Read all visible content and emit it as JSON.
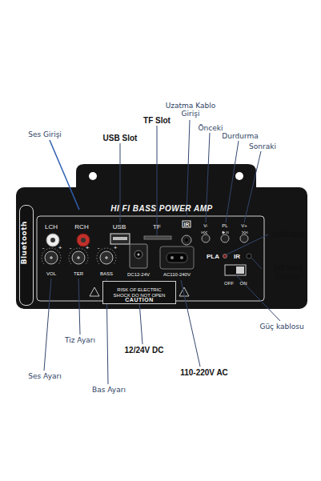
{
  "diagram": {
    "nodes": [
      {
        "text": [
          "HI FI BASS POWER AMP"
        ]
      },
      {
        "text": [
          "Bluetooth"
        ],
        "in": 0
      },
      {
        "text": [
          "CAUTION",
          "RISK OF ELECTRIC SHOCK DO NOT OPEN"
        ],
        "in": 0
      }
    ],
    "labels": [
      "Uzatma Kablo Girişi",
      "Önceki",
      "Durdurma",
      "TF Slot",
      "Sonraki",
      "USB Slot",
      "Ses Girişi",
      "LCH",
      "RCH",
      "USB",
      "TF",
      "IR",
      "V-",
      "PL",
      "V+",
      "Indicator",
      "PLA",
      "IR",
      "Infrared Sensor",
      "-",
      "+",
      "-",
      "+",
      "-",
      "+",
      "VOL",
      "TER",
      "BASS",
      "DC12-24V",
      "AC110-240V",
      "OFF",
      "ON",
      "Güç kablosu",
      "Tiz Ayarı",
      "12/24V DC",
      "110-220V AC",
      "Ses Ayarı",
      "Bas Ayarı"
    ]
  }
}
